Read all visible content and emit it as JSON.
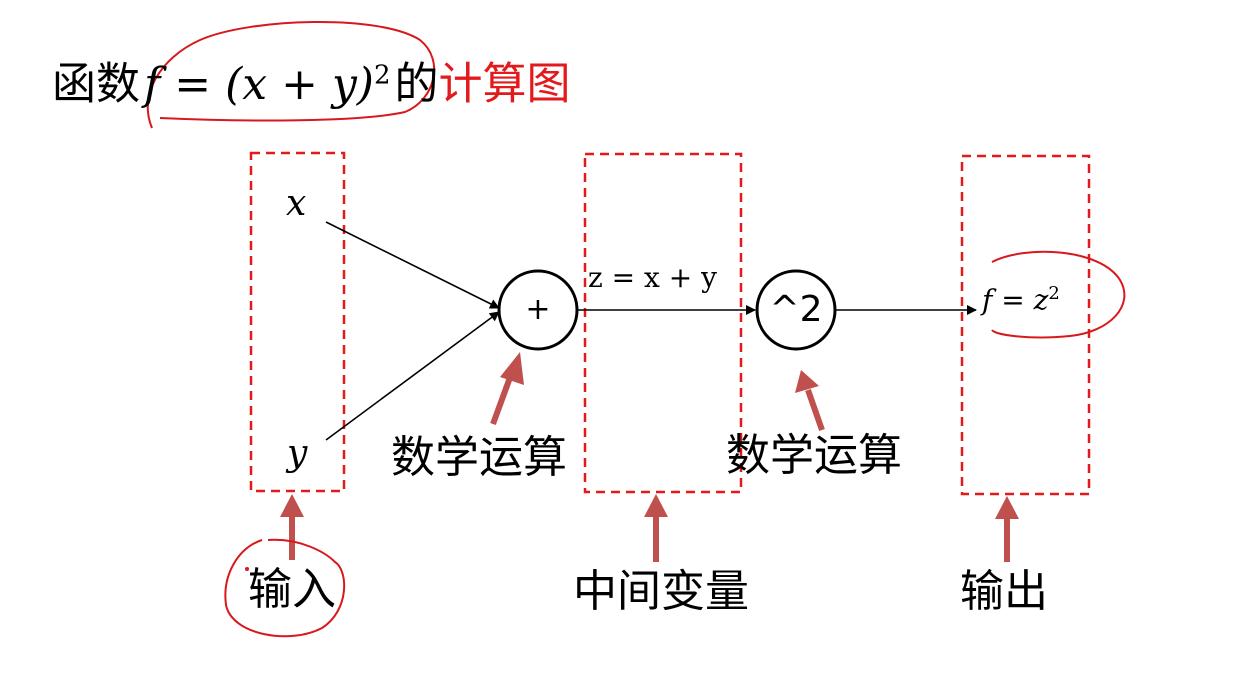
{
  "title": {
    "prefix": "函数",
    "formula": "f = (x + y)",
    "formula_exp": "2",
    "mid": "的",
    "highlight": "计算图"
  },
  "inputs": {
    "x": "x",
    "y": "y"
  },
  "nodes": {
    "add": "+",
    "square": "^2"
  },
  "edge_labels": {
    "intermediate": "z = x + y"
  },
  "output": {
    "formula": "f = z",
    "formula_exp": "2"
  },
  "captions": {
    "op1": "数学运算",
    "op2": "数学运算",
    "input": "输入",
    "intermediate": "中间变量",
    "output": "输出"
  },
  "colors": {
    "box_dash": "#e31a1c",
    "pointer_arrow": "#c0504d",
    "annotation_ink": "#d7191c",
    "highlight_text": "#e31a1c",
    "edge": "#000000"
  }
}
